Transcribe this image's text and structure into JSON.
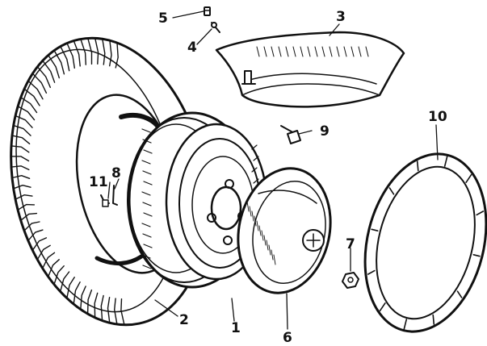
{
  "labels": {
    "n1": "1",
    "n2": "2",
    "n3": "3",
    "n4": "4",
    "n5": "5",
    "n6": "6",
    "n7": "7",
    "n8": "8",
    "n9": "9",
    "n10": "10",
    "n11": "11"
  },
  "parts": [
    {
      "id": "1",
      "name": "wheel-rim"
    },
    {
      "id": "2",
      "name": "tyre"
    },
    {
      "id": "3",
      "name": "inner-tube"
    },
    {
      "id": "4",
      "name": "valve-core"
    },
    {
      "id": "5",
      "name": "valve-cap"
    },
    {
      "id": "6",
      "name": "hub-cap"
    },
    {
      "id": "7",
      "name": "wheel-nut"
    },
    {
      "id": "8",
      "name": "balance-weight-clip"
    },
    {
      "id": "9",
      "name": "valve-extension"
    },
    {
      "id": "10",
      "name": "trim-ring"
    },
    {
      "id": "11",
      "name": "balance-weight"
    }
  ]
}
